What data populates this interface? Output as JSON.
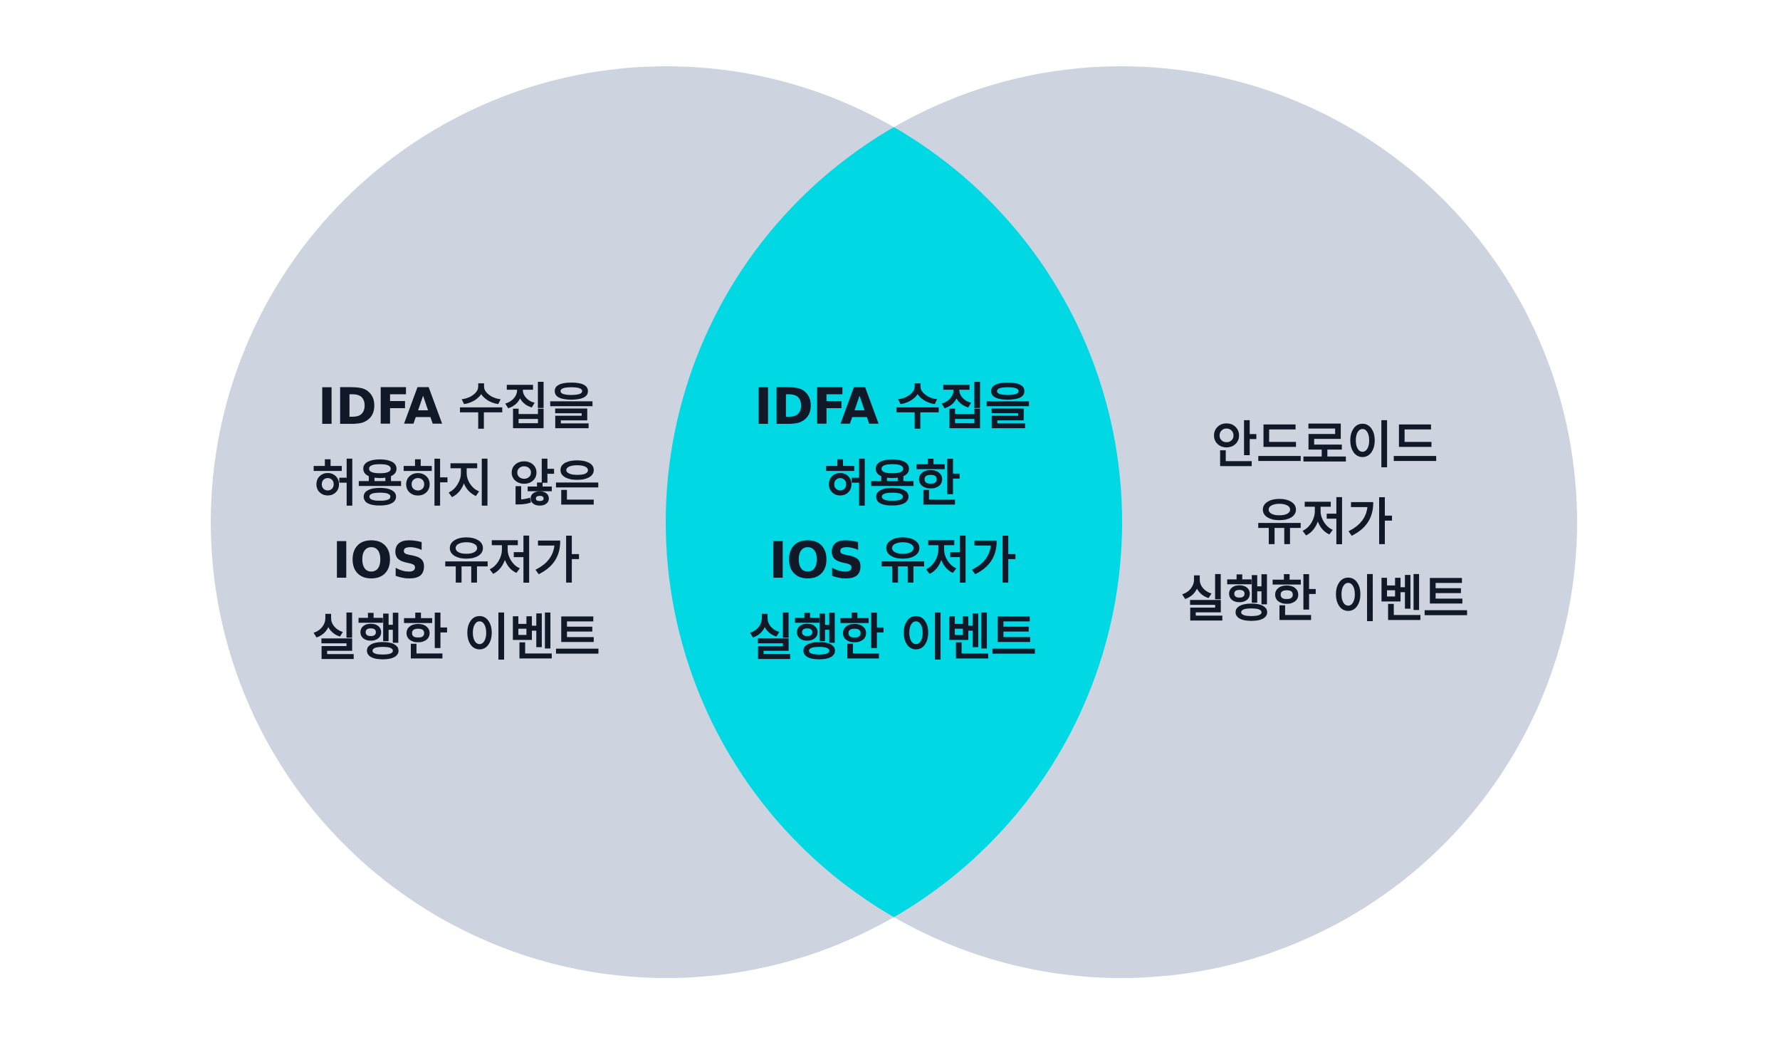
{
  "colors": {
    "circle_fill": "#CDD4DF",
    "intersection_fill": "#00D8E4",
    "text": "#111827",
    "background": "#FFFFFF"
  },
  "venn": {
    "left": {
      "lines": [
        "IDFA 수집을",
        "허용하지 않은",
        "IOS 유저가",
        "실행한 이벤트"
      ]
    },
    "center": {
      "lines": [
        "IDFA 수집을",
        "허용한",
        "IOS 유저가",
        "실행한 이벤트"
      ]
    },
    "right": {
      "lines": [
        "안드로이드",
        "유저가",
        "실행한 이벤트"
      ]
    }
  }
}
